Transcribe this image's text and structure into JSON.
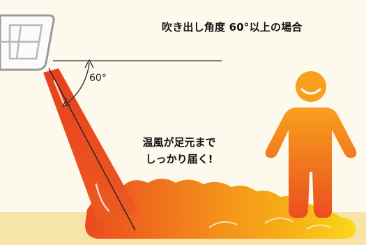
{
  "diagram": {
    "title": "吹き出し角度 60°以上の場合",
    "angle_label": "60°",
    "caption_line1": "温風が足元まで",
    "caption_line2": "しっかり届く!"
  },
  "colors": {
    "background": "#fdf9ed",
    "floor": "#f6e4a8",
    "airflow_dark": "#e8401c",
    "airflow_light": "#f7a518",
    "person_top": "#f7941d",
    "person_bottom": "#ee5a1e",
    "unit_outline": "#9a9a9a"
  },
  "icons": [
    "air-conditioner-icon",
    "person-icon"
  ]
}
